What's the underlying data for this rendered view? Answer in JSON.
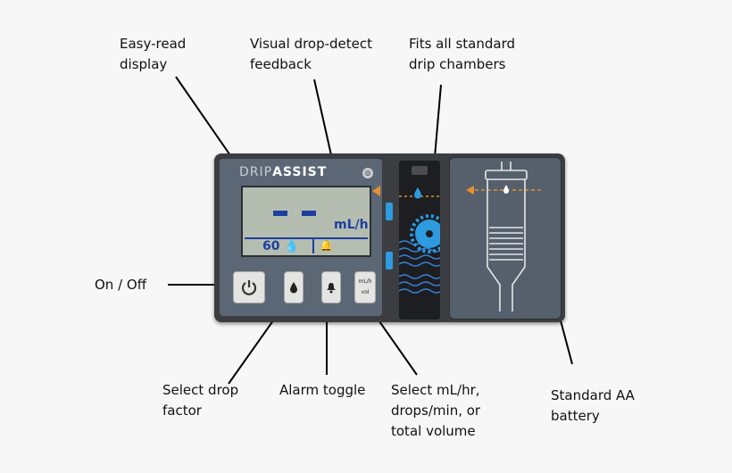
{
  "labels": {
    "display": "Easy-read\ndisplay",
    "feedback": "Visual drop-detect\nfeedback",
    "chambers": "Fits all standard\ndrip chambers",
    "onoff": "On / Off",
    "drop_factor": "Select drop\nfactor",
    "alarm": "Alarm toggle",
    "select_mode": "Select mL/hr,\ndrops/min, or\ntotal volume",
    "battery": "Standard AA\nbattery"
  },
  "device": {
    "brand_light": "DRIP",
    "brand_bold": "ASSIST",
    "screen_unit": "mL/h",
    "screen_factor": "60",
    "mode_button_text": "mL/h\n\nvol"
  },
  "colors": {
    "device_body": "#3b3d40",
    "panel": "#5c6775",
    "lcd": "#b4bdb0",
    "lcd_text": "#1d3fa0",
    "indicator_orange": "#e8902c",
    "accent_blue": "#2e9ae0"
  },
  "icons": [
    "power-icon",
    "drop-icon",
    "alarm-bell-icon",
    "drop-sensor-arrow-icon",
    "fan-wheel-icon"
  ]
}
